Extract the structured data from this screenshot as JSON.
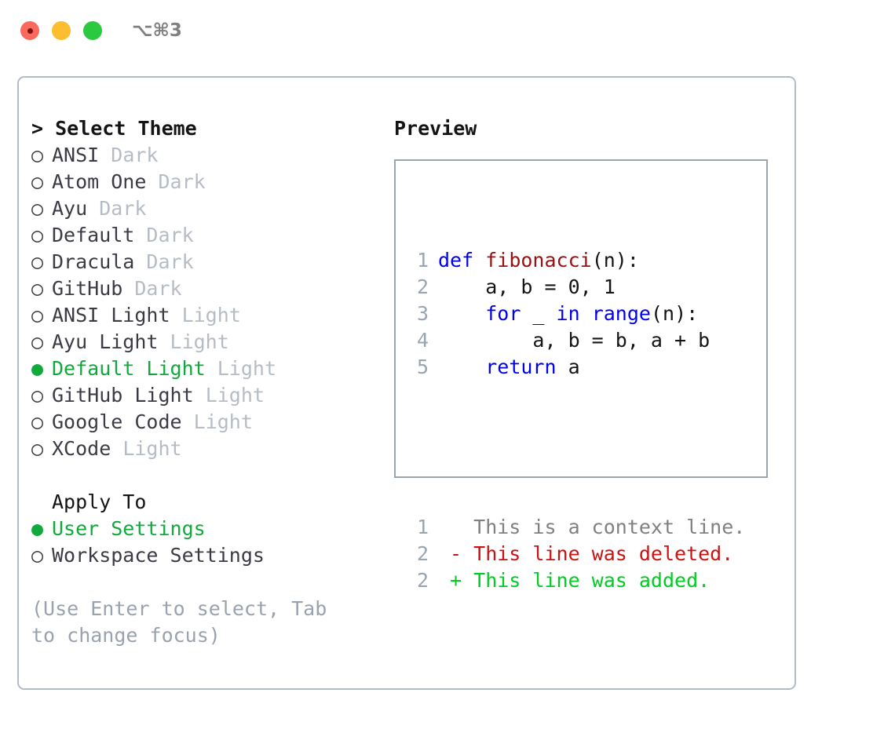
{
  "titlebar": {
    "shortcut": "⌥⌘3",
    "buttons": [
      {
        "name": "close",
        "color": "#f9695c"
      },
      {
        "name": "minimize",
        "color": "#fcbd2e"
      },
      {
        "name": "zoom",
        "color": "#2bc940"
      }
    ]
  },
  "theme_panel": {
    "header": "> Select Theme",
    "markers": {
      "selected": "●",
      "unselected": "○"
    },
    "items": [
      {
        "label": "ANSI",
        "tag": "Dark",
        "selected": false
      },
      {
        "label": "Atom One",
        "tag": "Dark",
        "selected": false
      },
      {
        "label": "Ayu",
        "tag": "Dark",
        "selected": false
      },
      {
        "label": "Default",
        "tag": "Dark",
        "selected": false
      },
      {
        "label": "Dracula",
        "tag": "Dark",
        "selected": false
      },
      {
        "label": "GitHub",
        "tag": "Dark",
        "selected": false
      },
      {
        "label": "ANSI Light",
        "tag": "Light",
        "selected": false
      },
      {
        "label": "Ayu Light",
        "tag": "Light",
        "selected": false
      },
      {
        "label": "Default Light",
        "tag": "Light",
        "selected": true
      },
      {
        "label": "GitHub Light",
        "tag": "Light",
        "selected": false
      },
      {
        "label": "Google Code",
        "tag": "Light",
        "selected": false
      },
      {
        "label": "XCode",
        "tag": "Light",
        "selected": false
      }
    ]
  },
  "apply_to": {
    "header": "Apply To",
    "items": [
      {
        "label": "User Settings",
        "selected": true
      },
      {
        "label": "Workspace Settings",
        "selected": false
      }
    ]
  },
  "hint": "(Use Enter to select, Tab to change focus)",
  "preview": {
    "title": "Preview",
    "code_lines": [
      {
        "no": "1",
        "tokens": [
          {
            "t": "def ",
            "c": "kw"
          },
          {
            "t": "fibonacci",
            "c": "fn"
          },
          {
            "t": "(n):",
            "c": "plain"
          }
        ]
      },
      {
        "no": "2",
        "tokens": [
          {
            "t": "    a, b = 0, 1",
            "c": "plain"
          }
        ]
      },
      {
        "no": "3",
        "tokens": [
          {
            "t": "    ",
            "c": "plain"
          },
          {
            "t": "for",
            "c": "kw"
          },
          {
            "t": " _ ",
            "c": "plain"
          },
          {
            "t": "in",
            "c": "kw"
          },
          {
            "t": " ",
            "c": "plain"
          },
          {
            "t": "range",
            "c": "call"
          },
          {
            "t": "(n):",
            "c": "plain"
          }
        ]
      },
      {
        "no": "4",
        "tokens": [
          {
            "t": "        a, b = b, a + b",
            "c": "plain"
          }
        ]
      },
      {
        "no": "5",
        "tokens": [
          {
            "t": "    ",
            "c": "plain"
          },
          {
            "t": "return",
            "c": "kw"
          },
          {
            "t": " a",
            "c": "plain"
          }
        ]
      }
    ],
    "diff_lines": [
      {
        "no": "1",
        "prefix": "  ",
        "text": "This is a context line.",
        "kind": "ctx"
      },
      {
        "no": "2",
        "prefix": "- ",
        "text": "This line was deleted.",
        "kind": "del"
      },
      {
        "no": "2",
        "prefix": "+ ",
        "text": "This line was added.",
        "kind": "add"
      }
    ]
  },
  "colors": {
    "accent_green": "#11a83c",
    "diff_add": "#00cc22",
    "diff_del": "#cc1111",
    "keyword_blue": "#0000ee",
    "function_red": "#9b1111",
    "muted": "#b6bcc6",
    "hint": "#9aa2b0",
    "panel_border": "#b3bbc6",
    "preview_border": "#9aa5b1"
  }
}
